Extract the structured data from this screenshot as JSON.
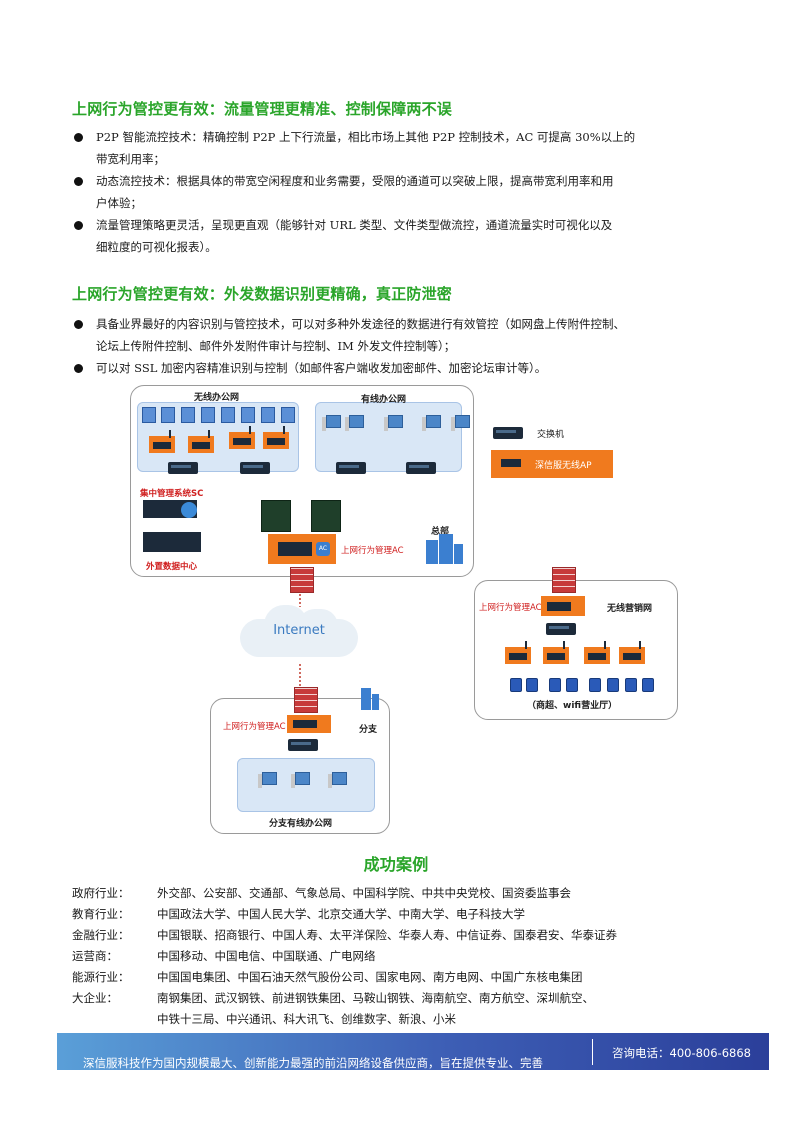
{
  "section1": {
    "title": "上网行为管控更有效：流量管理更精准、控制保障两不误",
    "bullets": [
      {
        "line1": "P2P 智能流控技术：精确控制 P2P 上下行流量，相比市场上其他 P2P 控制技术，AC 可提高 30%以上的",
        "line2": "带宽利用率；"
      },
      {
        "line1": "动态流控技术：根据具体的带宽空闲程度和业务需要，受限的通道可以突破上限，提高带宽利用率和用",
        "line2": "户体验；"
      },
      {
        "line1": "流量管理策略更灵活，呈现更直观（能够针对 URL 类型、文件类型做流控，通道流量实时可视化以及",
        "line2": "细粒度的可视化报表）。"
      }
    ]
  },
  "section2": {
    "title": "上网行为管控更有效：外发数据识别更精确，真正防泄密",
    "bullets": [
      {
        "line1": "具备业界最好的内容识别与管控技术，可以对多种外发途径的数据进行有效管控（如网盘上传附件控制、",
        "line2": "论坛上传附件控制、邮件外发附件审计与控制、IM 外发文件控制等）；"
      },
      {
        "line1": "可以对 SSL 加密内容精准识别与控制（如邮件客户端收发加密邮件、加密论坛审计等）。",
        "line2": ""
      }
    ]
  },
  "diagram": {
    "wireless_office": "无线办公网",
    "wired_office": "有线办公网",
    "legend_switch": "交换机",
    "legend_ap": "深信服无线AP",
    "central_mgmt": "集中管理系统SC",
    "external_data_center": "外置数据中心",
    "hq_ac": "上网行为管理AC",
    "hq": "总部",
    "ac_badge": "AC",
    "internet": "Internet",
    "wireless_marketing": "无线营销网",
    "marketing_ac": "上网行为管理AC",
    "marketing_caption": "（商超、wifi营业厅）",
    "branch_ac": "上网行为管理AC",
    "branch": "分支",
    "branch_wired": "分支有线办公网"
  },
  "cases": {
    "title": "成功案例",
    "rows": [
      {
        "industry": "政府行业：",
        "clients": "外交部、公安部、交通部、气象总局、中国科学院、中共中央党校、国资委监事会"
      },
      {
        "industry": "教育行业：",
        "clients": "中国政法大学、中国人民大学、北京交通大学、中南大学、电子科技大学"
      },
      {
        "industry": "金融行业：",
        "clients": "中国银联、招商银行、中国人寿、太平洋保险、华泰人寿、中信证券、国泰君安、华泰证券"
      },
      {
        "industry": "运营商：",
        "clients": "中国移动、中国电信、中国联通、广电网络"
      },
      {
        "industry": "能源行业：",
        "clients": "中国国电集团、中国石油天然气股份公司、国家电网、南方电网、中国广东核电集团"
      },
      {
        "industry": "大企业：",
        "clients": "南钢集团、武汉钢铁、前进钢铁集团、马鞍山钢铁、海南航空、南方航空、深圳航空、"
      },
      {
        "industry": "",
        "clients": "中铁十三局、中兴通讯、科大讯飞、创维数字、新浪、小米"
      }
    ]
  },
  "footer": {
    "slogan": "深信服科技作为国内规模最大、创新能力最强的前沿网络设备供应商，旨在提供专业、完善",
    "phone": "咨询电话：400-806-6868"
  }
}
